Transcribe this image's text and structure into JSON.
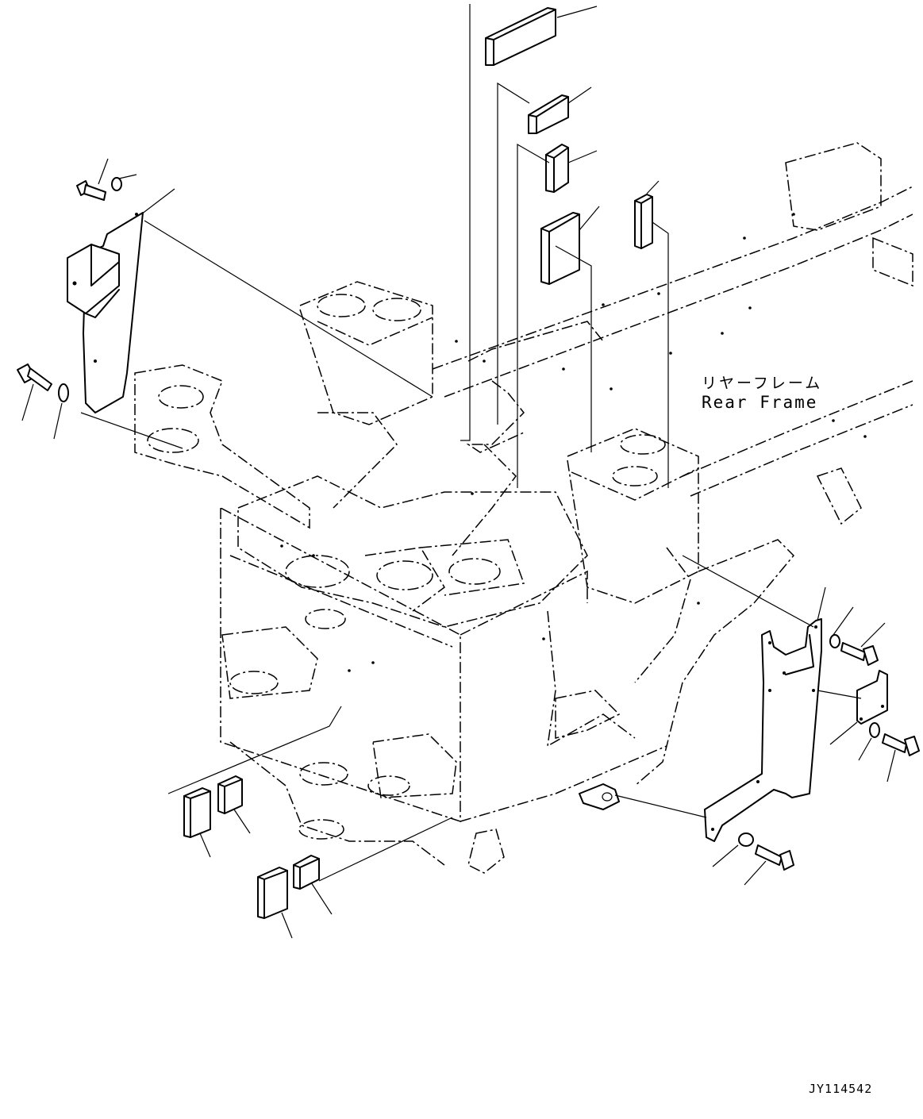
{
  "frame_label": {
    "japanese": "リヤーフレーム",
    "english": "Rear Frame"
  },
  "drawing_id": "JY114542"
}
